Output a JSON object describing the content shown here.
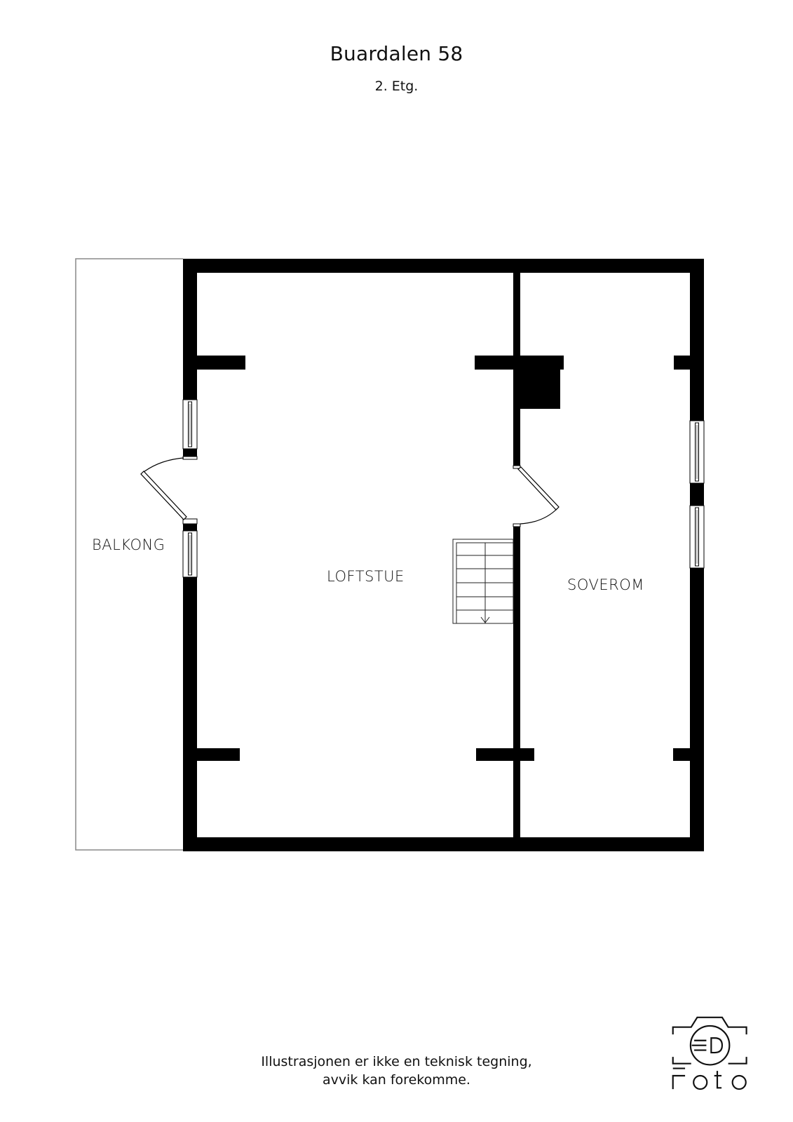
{
  "header": {
    "title": "Buardalen 58",
    "floor": "2. Etg."
  },
  "rooms": [
    {
      "id": "balcony",
      "label": "BALKONG"
    },
    {
      "id": "loft",
      "label": "LOFTSTUE"
    },
    {
      "id": "bedroom",
      "label": "SOVEROM"
    }
  ],
  "footer": {
    "disclaimer_line1": "Illustrasjonen er ikke en teknisk tegning,",
    "disclaimer_line2": "avvik kan forekomme.",
    "logo_text": "Foto"
  },
  "colors": {
    "wall": "#000000",
    "outline": "#888888",
    "background": "#ffffff"
  }
}
